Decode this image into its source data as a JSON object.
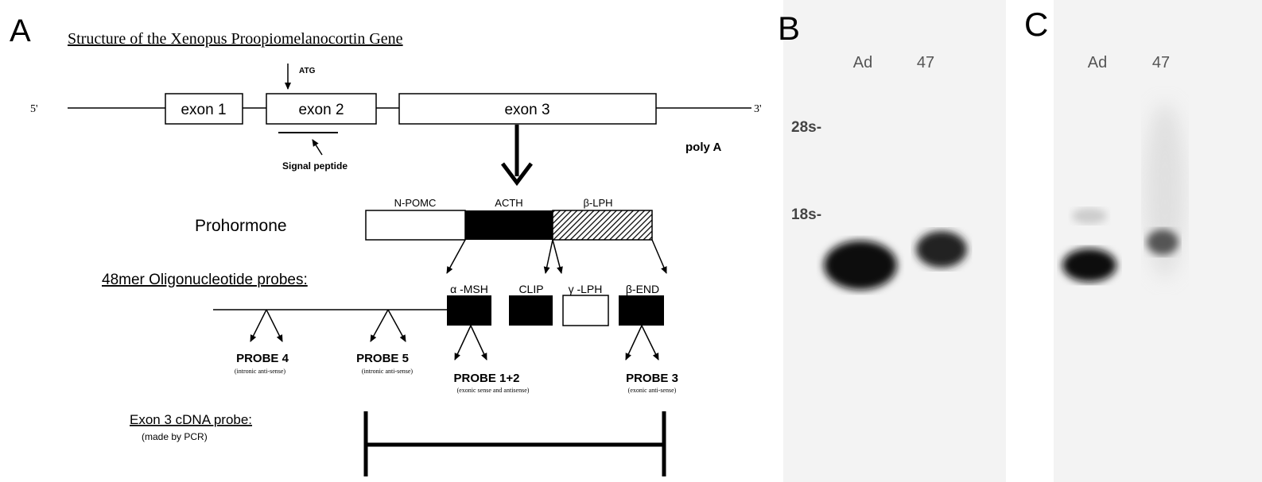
{
  "panel_a": {
    "letter": "A",
    "title": "Structure of the Xenopus Proopiomelanocortin Gene",
    "atg": "ATG",
    "five_prime": "5'",
    "three_prime": "3'",
    "exons": [
      "exon 1",
      "exon 2",
      "exon 3"
    ],
    "poly_a": "poly A",
    "signal_peptide": "Signal peptide",
    "prohormone_label": "Prohormone",
    "prohormone_segments": [
      "N-POMC",
      "ACTH",
      "β-LPH"
    ],
    "oligo_heading": "48mer Oligonucleotide probes:",
    "peptides": [
      "α -MSH",
      "CLIP",
      "γ -LPH",
      "β-END"
    ],
    "probes": [
      {
        "name": "PROBE 4",
        "note": "(intronic anti-sense)"
      },
      {
        "name": "PROBE 5",
        "note": "(intronic anti-sense)"
      },
      {
        "name": "PROBE 1+2",
        "note": "(exonic sense and antisense)"
      },
      {
        "name": "PROBE 3",
        "note": "(exonic anti-sense)"
      }
    ],
    "cdna_heading": "Exon 3 cDNA probe:",
    "cdna_note": "(made by PCR)"
  },
  "panel_b": {
    "letter": "B",
    "lanes": [
      "Ad",
      "47"
    ],
    "markers": [
      "28s-",
      "18s-"
    ]
  },
  "panel_c": {
    "letter": "C",
    "lanes": [
      "Ad",
      "47"
    ]
  }
}
